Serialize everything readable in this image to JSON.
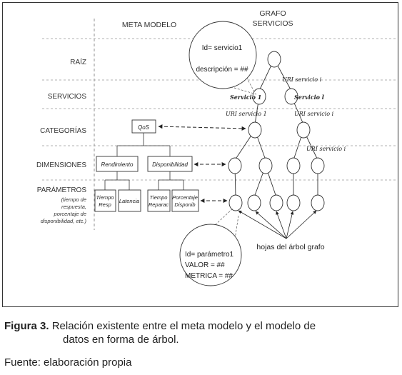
{
  "diagram": {
    "headers": {
      "meta": "META MODELO",
      "grafo1": "GRAFO",
      "grafo2": "SERVICIOS"
    },
    "levels": [
      "RAÍZ",
      "SERVICIOS",
      "CATEGORÍAS",
      "DIMENSIONES",
      "PARÁMETROS"
    ],
    "param_note": [
      "(tiempo de",
      "respuesta,",
      "porcentaje de",
      "disponibilidad, etc.)"
    ],
    "meta_boxes": {
      "qos": "QoS",
      "rendimiento": "Rendimiento",
      "disponibilidad": "Disponibilidad",
      "tiempo_resp": [
        "Tiempo",
        "Resp"
      ],
      "latencia": "Latencia",
      "tiempo_reparac": [
        "Tiempo",
        "Reparac"
      ],
      "porcentaje_disponib": [
        "Porcentaje",
        "Disponib"
      ]
    },
    "callout_top": [
      "Id= servicio1",
      "descripción = ##"
    ],
    "callout_bottom": [
      "Id= parámetro1",
      "VALOR = ##",
      "METRICA = ##"
    ],
    "tree_labels": {
      "uri_a": "URI servicio i",
      "servicio_1": "Servicio 1",
      "servicio_l": "Servicio l",
      "uri_b": "URI servicio 1",
      "uri_c": "URI servicio i",
      "uri_d": "URI servicio i"
    },
    "leaves_label": "hojas del árbol grafo"
  },
  "caption": {
    "label": "Figura 3.",
    "text_line1": "Relación existente entre el meta modelo y el modelo de",
    "text_line2": "datos en forma de árbol.",
    "source": "Fuente: elaboración propia"
  }
}
